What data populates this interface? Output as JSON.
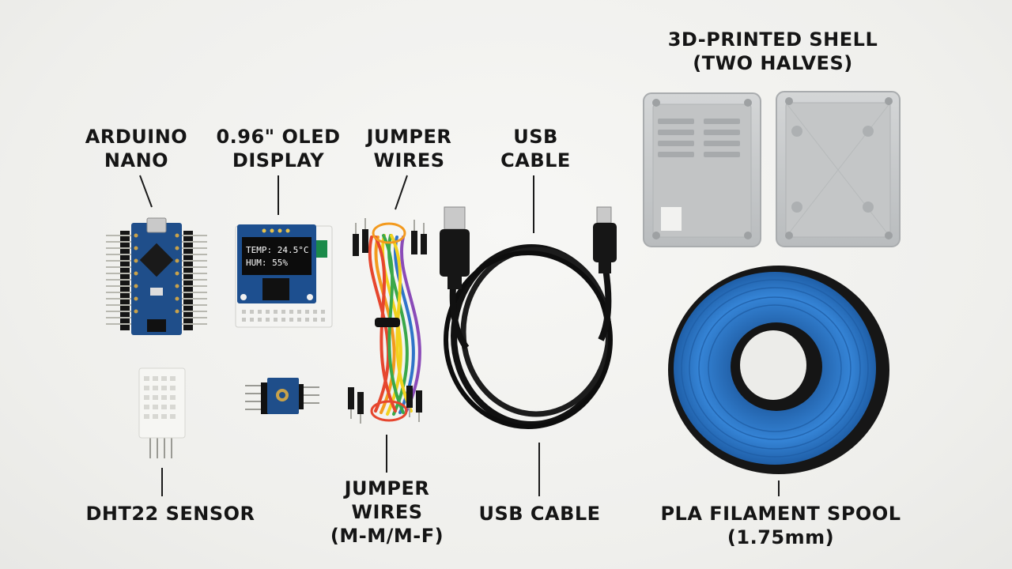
{
  "labels": {
    "arduino": [
      "ARDUINO",
      "NANO"
    ],
    "oled": [
      "0.96\" OLED",
      "DISPLAY"
    ],
    "jumper_top": [
      "JUMPER",
      "WIRES"
    ],
    "usb_top": [
      "USB",
      "CABLE"
    ],
    "shell": [
      "3D-PRINTED SHELL",
      "(TWO HALVES)"
    ],
    "dht22": [
      "DHT22 SENSOR"
    ],
    "jumper_bottom": [
      "JUMPER",
      "WIRES",
      "(M-M/M-F)"
    ],
    "usb_bottom": [
      "USB CABLE"
    ],
    "pla": [
      "PLA FILAMENT SPOOL",
      "(1.75mm)"
    ]
  },
  "oled_screen": {
    "line1": "TEMP: 24.5°C",
    "line2": "HUM:  55%"
  },
  "colors": {
    "background": "#f3f3f1",
    "arduino_pcb": "#1f4e8a",
    "filament": "#2f78c9",
    "shell": "#c8cacb",
    "cable": "#111111"
  }
}
